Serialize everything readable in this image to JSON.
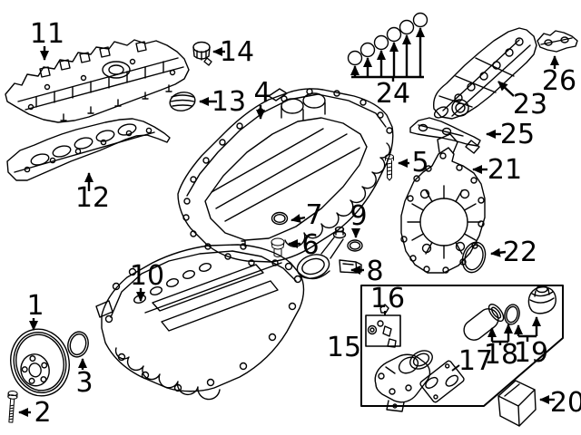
{
  "figure": {
    "background": "#ffffff",
    "ink": "#000000",
    "callouts": {
      "c1": "1",
      "c2": "2",
      "c3": "3",
      "c4": "4",
      "c5": "5",
      "c6": "6",
      "c7": "7",
      "c8": "8",
      "c9": "9",
      "c10": "10",
      "c11": "11",
      "c12": "12",
      "c13": "13",
      "c14": "14",
      "c15": "15",
      "c16": "16",
      "c17": "17",
      "c18": "18",
      "c19": "19",
      "c20": "20",
      "c21": "21",
      "c22": "22",
      "c23": "23",
      "c24": "24",
      "c25": "25",
      "c26": "26"
    }
  }
}
